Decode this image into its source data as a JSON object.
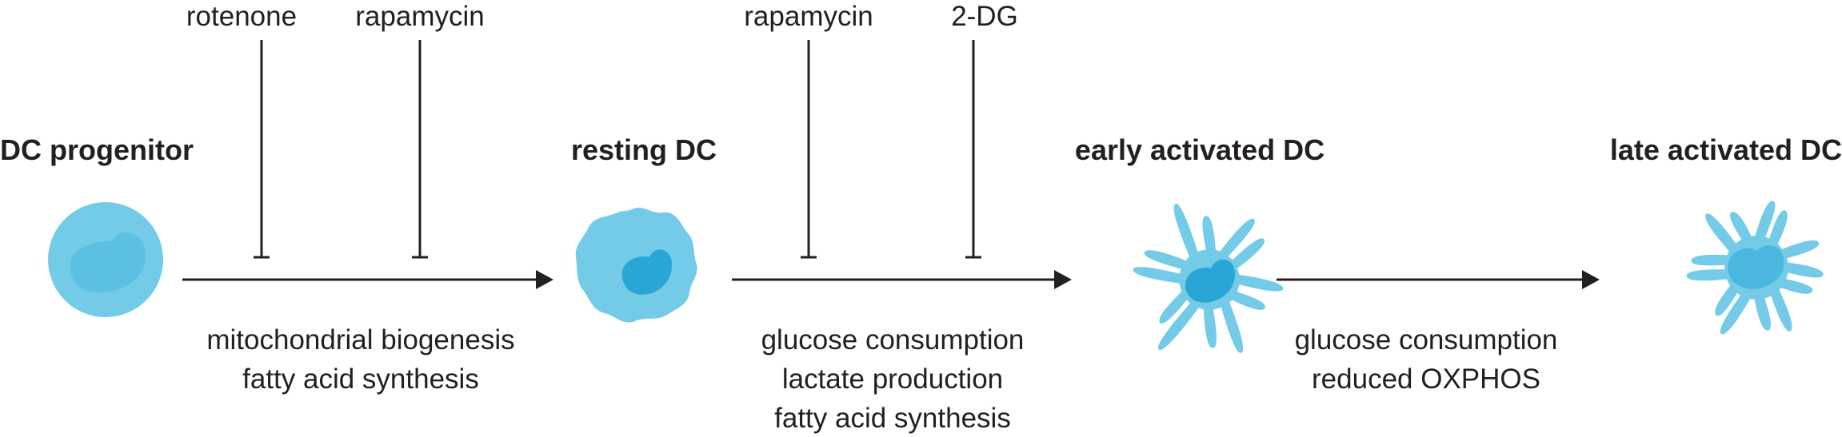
{
  "stages": [
    {
      "label": "DC progenitor"
    },
    {
      "label": "resting DC"
    },
    {
      "label": "early activated DC"
    },
    {
      "label": "late activated DC"
    }
  ],
  "transitions": [
    {
      "inhibitors": [
        "rotenone",
        "rapamycin"
      ],
      "processes": [
        "mitochondrial biogenesis",
        "fatty acid synthesis"
      ]
    },
    {
      "inhibitors": [
        "rapamycin",
        "2-DG"
      ],
      "processes": [
        "glucose consumption",
        "lactate production",
        "fatty acid synthesis"
      ]
    },
    {
      "inhibitors": [],
      "processes": [
        "glucose consumption",
        "reduced OXPHOS"
      ]
    }
  ],
  "colors": {
    "cell_body": "#74cbe8",
    "cell_nucleus": "#4ab7df",
    "cell_nucleus_dark": "#2aa6d6",
    "ink": "#231f20"
  }
}
